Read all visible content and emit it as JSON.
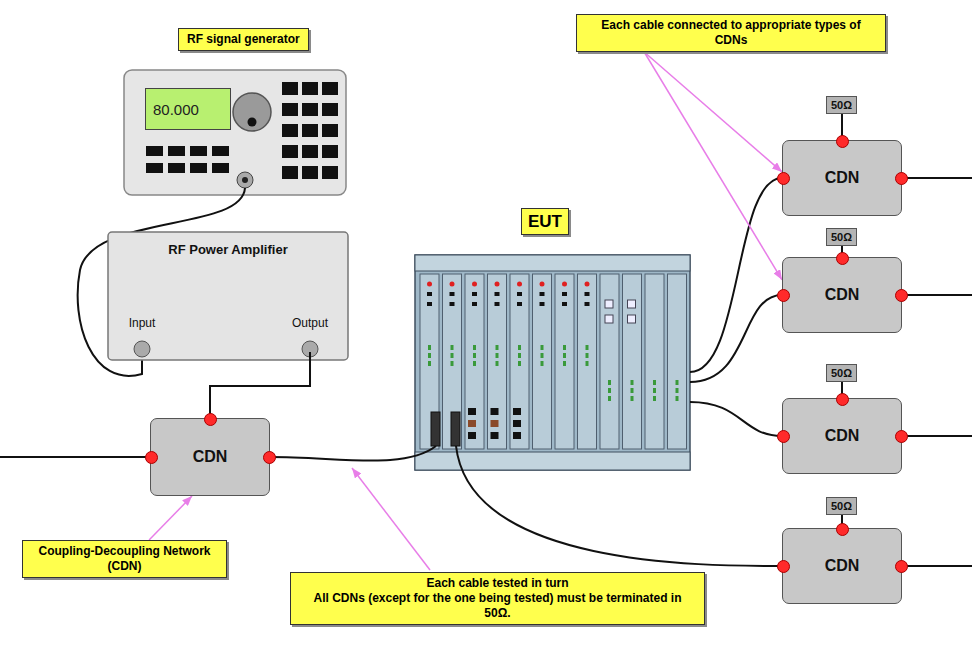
{
  "diagram": {
    "nodes": [
      {
        "text": [
          "RF signal generator"
        ]
      },
      {
        "text": [
          "Each cable connected to appropriate types of CDNs"
        ]
      },
      {
        "text": [
          "80.000"
        ]
      },
      {
        "text": [
          "50Ω"
        ]
      },
      {
        "text": [
          "CDN"
        ]
      },
      {
        "text": [
          "EUT"
        ]
      },
      {
        "text": [
          "RF Power Amplifier",
          "Input",
          "Output"
        ]
      },
      {
        "text": [
          "50Ω"
        ]
      },
      {
        "text": [
          "CDN"
        ]
      },
      {
        "text": [
          "50Ω"
        ]
      },
      {
        "text": [
          "CDN"
        ]
      },
      {
        "text": [
          "CDN"
        ]
      },
      {
        "text": [
          "50Ω"
        ]
      },
      {
        "text": [
          "CDN"
        ]
      },
      {
        "text": [
          "Coupling-Decoupling Network (CDN)"
        ]
      },
      {
        "text": [
          "Each cable tested in turn",
          "All CDNs (except for the one being tested) must be terminated in 50Ω."
        ]
      }
    ],
    "edges": [
      {
        "from": 1,
        "to": 4,
        "arrow": "to"
      },
      {
        "from": 1,
        "to": 8,
        "arrow": "to"
      },
      {
        "from": 3,
        "to": 4,
        "arrow": "none"
      },
      {
        "from": 7,
        "to": 8,
        "arrow": "none"
      },
      {
        "from": 9,
        "to": 10,
        "arrow": "none"
      },
      {
        "from": 12,
        "to": 13,
        "arrow": "none"
      },
      {
        "from": 6,
        "to": 11,
        "arrow": "none"
      },
      {
        "from": 14,
        "to": 11,
        "arrow": "to"
      }
    ]
  }
}
